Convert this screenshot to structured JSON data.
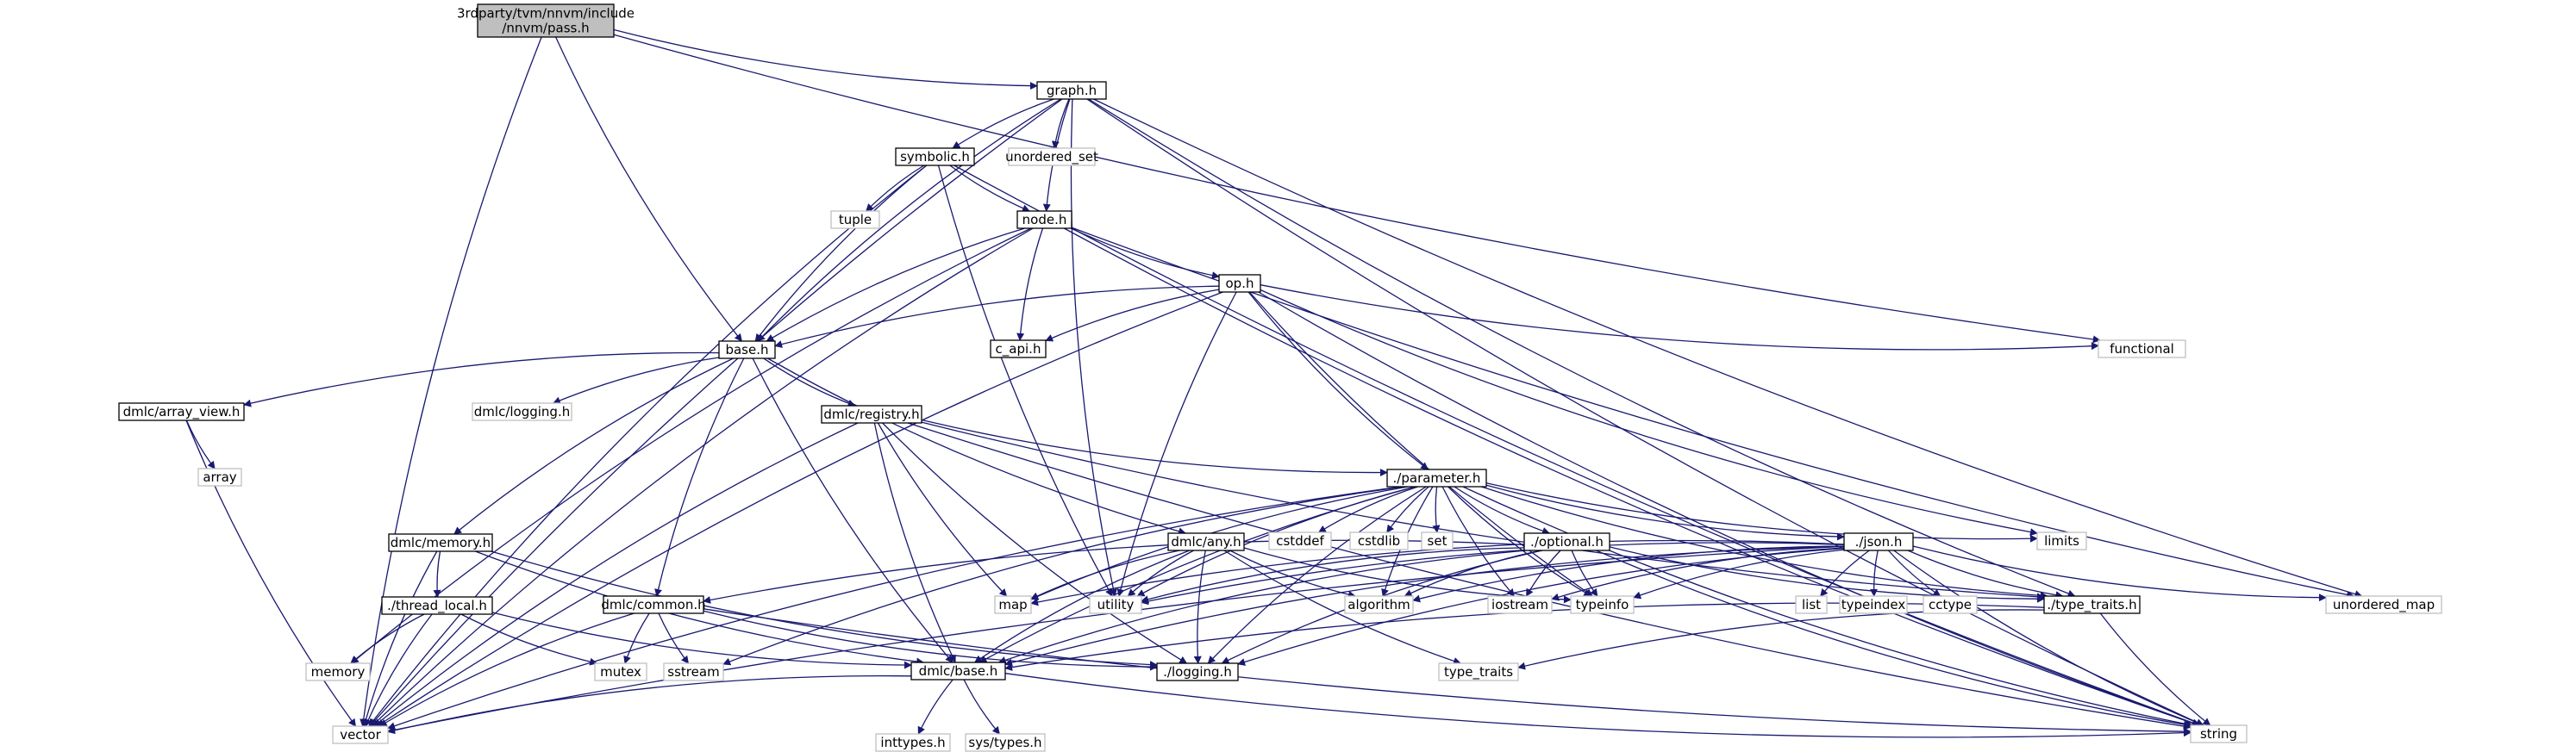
{
  "nodes": [
    {
      "id": "pass",
      "label": [
        "3rdparty/tvm/nnvm/include",
        "/nnvm/pass.h"
      ],
      "kind": "root"
    },
    {
      "id": "graph",
      "label": [
        "graph.h"
      ],
      "kind": "main"
    },
    {
      "id": "symbolic",
      "label": [
        "symbolic.h"
      ],
      "kind": "main"
    },
    {
      "id": "unordered_set",
      "label": [
        "unordered_set"
      ],
      "kind": "ext"
    },
    {
      "id": "tuple",
      "label": [
        "tuple"
      ],
      "kind": "ext"
    },
    {
      "id": "node",
      "label": [
        "node.h"
      ],
      "kind": "main"
    },
    {
      "id": "op",
      "label": [
        "op.h"
      ],
      "kind": "main"
    },
    {
      "id": "base",
      "label": [
        "base.h"
      ],
      "kind": "main"
    },
    {
      "id": "c_api",
      "label": [
        "c_api.h"
      ],
      "kind": "main"
    },
    {
      "id": "functional",
      "label": [
        "functional"
      ],
      "kind": "ext"
    },
    {
      "id": "array_view",
      "label": [
        "dmlc/array_view.h"
      ],
      "kind": "main"
    },
    {
      "id": "array",
      "label": [
        "array"
      ],
      "kind": "ext"
    },
    {
      "id": "dmlc_logging",
      "label": [
        "dmlc/logging.h"
      ],
      "kind": "ext"
    },
    {
      "id": "registry",
      "label": [
        "dmlc/registry.h"
      ],
      "kind": "main"
    },
    {
      "id": "parameter",
      "label": [
        "./parameter.h"
      ],
      "kind": "main"
    },
    {
      "id": "cstddef",
      "label": [
        "cstddef"
      ],
      "kind": "ext"
    },
    {
      "id": "cstdlib",
      "label": [
        "cstdlib"
      ],
      "kind": "ext"
    },
    {
      "id": "set",
      "label": [
        "set"
      ],
      "kind": "ext"
    },
    {
      "id": "limits",
      "label": [
        "limits"
      ],
      "kind": "ext"
    },
    {
      "id": "memory_h",
      "label": [
        "dmlc/memory.h"
      ],
      "kind": "main"
    },
    {
      "id": "any",
      "label": [
        "dmlc/any.h"
      ],
      "kind": "main"
    },
    {
      "id": "optional",
      "label": [
        "./optional.h"
      ],
      "kind": "main"
    },
    {
      "id": "json",
      "label": [
        "./json.h"
      ],
      "kind": "main"
    },
    {
      "id": "thread_local",
      "label": [
        "./thread_local.h"
      ],
      "kind": "main"
    },
    {
      "id": "map",
      "label": [
        "map"
      ],
      "kind": "ext"
    },
    {
      "id": "utility",
      "label": [
        "utility"
      ],
      "kind": "ext"
    },
    {
      "id": "algorithm",
      "label": [
        "algorithm"
      ],
      "kind": "ext"
    },
    {
      "id": "iostream",
      "label": [
        "iostream"
      ],
      "kind": "ext"
    },
    {
      "id": "typeinfo",
      "label": [
        "typeinfo"
      ],
      "kind": "ext"
    },
    {
      "id": "list",
      "label": [
        "list"
      ],
      "kind": "ext"
    },
    {
      "id": "typeindex",
      "label": [
        "typeindex"
      ],
      "kind": "ext"
    },
    {
      "id": "cctype",
      "label": [
        "cctype"
      ],
      "kind": "ext"
    },
    {
      "id": "type_traits_h",
      "label": [
        "./type_traits.h"
      ],
      "kind": "main"
    },
    {
      "id": "unordered_map",
      "label": [
        "unordered_map"
      ],
      "kind": "ext"
    },
    {
      "id": "common",
      "label": [
        "dmlc/common.h"
      ],
      "kind": "main"
    },
    {
      "id": "memory",
      "label": [
        "memory"
      ],
      "kind": "ext"
    },
    {
      "id": "mutex",
      "label": [
        "mutex"
      ],
      "kind": "ext"
    },
    {
      "id": "sstream",
      "label": [
        "sstream"
      ],
      "kind": "ext"
    },
    {
      "id": "dmlc_base",
      "label": [
        "dmlc/base.h"
      ],
      "kind": "main"
    },
    {
      "id": "logging",
      "label": [
        "./logging.h"
      ],
      "kind": "main"
    },
    {
      "id": "type_traits",
      "label": [
        "type_traits"
      ],
      "kind": "ext"
    },
    {
      "id": "vector",
      "label": [
        "vector"
      ],
      "kind": "ext"
    },
    {
      "id": "string",
      "label": [
        "string"
      ],
      "kind": "ext"
    },
    {
      "id": "inttypes",
      "label": [
        "inttypes.h"
      ],
      "kind": "ext"
    },
    {
      "id": "sys_types",
      "label": [
        "sys/types.h"
      ],
      "kind": "ext"
    }
  ],
  "edges": [
    [
      "pass",
      "graph"
    ],
    [
      "pass",
      "base"
    ],
    [
      "pass",
      "vector"
    ],
    [
      "pass",
      "functional"
    ],
    [
      "graph",
      "symbolic"
    ],
    [
      "graph",
      "unordered_set"
    ],
    [
      "graph",
      "node"
    ],
    [
      "graph",
      "base"
    ],
    [
      "graph",
      "vector"
    ],
    [
      "graph",
      "string"
    ],
    [
      "graph",
      "unordered_map"
    ],
    [
      "graph",
      "utility"
    ],
    [
      "graph",
      "type_traits_h"
    ],
    [
      "symbolic",
      "tuple"
    ],
    [
      "symbolic",
      "node"
    ],
    [
      "symbolic",
      "base"
    ],
    [
      "symbolic",
      "vector"
    ],
    [
      "symbolic",
      "utility"
    ],
    [
      "symbolic",
      "string"
    ],
    [
      "node",
      "op"
    ],
    [
      "node",
      "c_api"
    ],
    [
      "node",
      "base"
    ],
    [
      "node",
      "memory"
    ],
    [
      "node",
      "vector"
    ],
    [
      "node",
      "string"
    ],
    [
      "node",
      "unordered_map"
    ],
    [
      "op",
      "base"
    ],
    [
      "op",
      "c_api"
    ],
    [
      "op",
      "functional"
    ],
    [
      "op",
      "parameter"
    ],
    [
      "op",
      "limits"
    ],
    [
      "op",
      "typeinfo"
    ],
    [
      "op",
      "string"
    ],
    [
      "op",
      "utility"
    ],
    [
      "op",
      "vector"
    ],
    [
      "base",
      "array_view"
    ],
    [
      "base",
      "dmlc_logging"
    ],
    [
      "base",
      "registry"
    ],
    [
      "base",
      "memory_h"
    ],
    [
      "base",
      "any"
    ],
    [
      "base",
      "common"
    ],
    [
      "base",
      "dmlc_base"
    ],
    [
      "array_view",
      "array"
    ],
    [
      "array_view",
      "vector"
    ],
    [
      "registry",
      "parameter"
    ],
    [
      "registry",
      "map"
    ],
    [
      "registry",
      "dmlc_base"
    ],
    [
      "registry",
      "logging"
    ],
    [
      "registry",
      "vector"
    ],
    [
      "registry",
      "string"
    ],
    [
      "registry",
      "type_traits_h"
    ],
    [
      "parameter",
      "cstddef"
    ],
    [
      "parameter",
      "cstdlib"
    ],
    [
      "parameter",
      "set"
    ],
    [
      "parameter",
      "limits"
    ],
    [
      "parameter",
      "optional"
    ],
    [
      "parameter",
      "json"
    ],
    [
      "parameter",
      "map"
    ],
    [
      "parameter",
      "utility"
    ],
    [
      "parameter",
      "algorithm"
    ],
    [
      "parameter",
      "iostream"
    ],
    [
      "parameter",
      "typeinfo"
    ],
    [
      "parameter",
      "type_traits_h"
    ],
    [
      "parameter",
      "dmlc_base"
    ],
    [
      "parameter",
      "logging"
    ],
    [
      "parameter",
      "sstream"
    ],
    [
      "parameter",
      "vector"
    ],
    [
      "parameter",
      "string"
    ],
    [
      "memory_h",
      "thread_local"
    ],
    [
      "memory_h",
      "vector"
    ],
    [
      "memory_h",
      "dmlc_base"
    ],
    [
      "memory_h",
      "logging"
    ],
    [
      "any",
      "map"
    ],
    [
      "any",
      "utility"
    ],
    [
      "any",
      "algorithm"
    ],
    [
      "any",
      "typeinfo"
    ],
    [
      "any",
      "type_traits"
    ],
    [
      "any",
      "dmlc_base"
    ],
    [
      "any",
      "logging"
    ],
    [
      "optional",
      "utility"
    ],
    [
      "optional",
      "algorithm"
    ],
    [
      "optional",
      "iostream"
    ],
    [
      "optional",
      "typeinfo"
    ],
    [
      "optional",
      "string"
    ],
    [
      "optional",
      "common"
    ],
    [
      "optional",
      "logging"
    ],
    [
      "optional",
      "type_traits_h"
    ],
    [
      "optional",
      "dmlc_base"
    ],
    [
      "json",
      "map"
    ],
    [
      "json",
      "utility"
    ],
    [
      "json",
      "algorithm"
    ],
    [
      "json",
      "iostream"
    ],
    [
      "json",
      "typeinfo"
    ],
    [
      "json",
      "list"
    ],
    [
      "json",
      "typeindex"
    ],
    [
      "json",
      "cctype"
    ],
    [
      "json",
      "type_traits_h"
    ],
    [
      "json",
      "unordered_map"
    ],
    [
      "json",
      "string"
    ],
    [
      "json",
      "vector"
    ],
    [
      "json",
      "logging"
    ],
    [
      "json",
      "dmlc_base"
    ],
    [
      "thread_local",
      "memory"
    ],
    [
      "thread_local",
      "mutex"
    ],
    [
      "thread_local",
      "vector"
    ],
    [
      "thread_local",
      "dmlc_base"
    ],
    [
      "type_traits_h",
      "dmlc_base"
    ],
    [
      "type_traits_h",
      "type_traits"
    ],
    [
      "type_traits_h",
      "string"
    ],
    [
      "common",
      "mutex"
    ],
    [
      "common",
      "sstream"
    ],
    [
      "common",
      "vector"
    ],
    [
      "common",
      "logging"
    ],
    [
      "common",
      "string"
    ],
    [
      "dmlc_base",
      "inttypes"
    ],
    [
      "dmlc_base",
      "sys_types"
    ],
    [
      "dmlc_base",
      "vector"
    ],
    [
      "dmlc_base",
      "string"
    ]
  ]
}
